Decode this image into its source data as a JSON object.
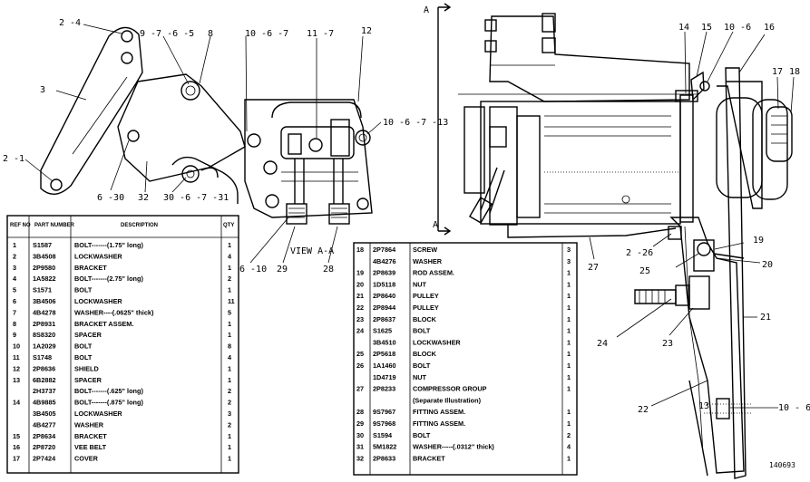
{
  "table_left": {
    "headers": {
      "ref_no": "REF NO",
      "part_number": "PART NUMBER",
      "description": "DESCRIPTION",
      "qty": "QTY"
    },
    "rows": [
      {
        "ref": "1",
        "part": "S1587",
        "desc": "BOLT-------(1.75\" long)",
        "qty": "1"
      },
      {
        "ref": "2",
        "part": "3B4508",
        "desc": "LOCKWASHER",
        "qty": "4"
      },
      {
        "ref": "3",
        "part": "2P9580",
        "desc": "BRACKET",
        "qty": "1"
      },
      {
        "ref": "4",
        "part": "1A5822",
        "desc": "BOLT-------(2.75\" long)",
        "qty": "2"
      },
      {
        "ref": "5",
        "part": "S1571",
        "desc": "BOLT",
        "qty": "1"
      },
      {
        "ref": "6",
        "part": "3B4506",
        "desc": "LOCKWASHER",
        "qty": "11"
      },
      {
        "ref": "7",
        "part": "4B4278",
        "desc": "WASHER----(.0625\" thick)",
        "qty": "5"
      },
      {
        "ref": "8",
        "part": "2P8931",
        "desc": "BRACKET ASSEM.",
        "qty": "1"
      },
      {
        "ref": "9",
        "part": "8S8320",
        "desc": "SPACER",
        "qty": "1"
      },
      {
        "ref": "10",
        "part": "1A2029",
        "desc": "BOLT",
        "qty": "8"
      },
      {
        "ref": "11",
        "part": "S1748",
        "desc": "BOLT",
        "qty": "4"
      },
      {
        "ref": "12",
        "part": "2P8636",
        "desc": "SHIELD",
        "qty": "1"
      },
      {
        "ref": "13",
        "part": "6B2882",
        "desc": "SPACER",
        "qty": "1"
      },
      {
        "ref": "",
        "part": "2H3737",
        "desc": "BOLT-------(.625\" long)",
        "qty": "2"
      },
      {
        "ref": "14",
        "part": "4B9885",
        "desc": "BOLT-------(.875\" long)",
        "qty": "2"
      },
      {
        "ref": "",
        "part": "3B4505",
        "desc": "LOCKWASHER",
        "qty": "3"
      },
      {
        "ref": "",
        "part": "4B4277",
        "desc": "WASHER",
        "qty": "2"
      },
      {
        "ref": "15",
        "part": "2P8634",
        "desc": "BRACKET",
        "qty": "1"
      },
      {
        "ref": "16",
        "part": "2P8720",
        "desc": "VEE BELT",
        "qty": "1"
      },
      {
        "ref": "17",
        "part": "2P7424",
        "desc": "COVER",
        "qty": "1"
      }
    ]
  },
  "table_right": {
    "rows": [
      {
        "ref": "18",
        "part": "2P7864",
        "desc": "SCREW",
        "qty": "3"
      },
      {
        "ref": "",
        "part": "4B4276",
        "desc": "WASHER",
        "qty": "3"
      },
      {
        "ref": "19",
        "part": "2P8639",
        "desc": "ROD ASSEM.",
        "qty": "1"
      },
      {
        "ref": "20",
        "part": "1D5118",
        "desc": "NUT",
        "qty": "1"
      },
      {
        "ref": "21",
        "part": "2P8640",
        "desc": "PULLEY",
        "qty": "1"
      },
      {
        "ref": "22",
        "part": "2P8944",
        "desc": "PULLEY",
        "qty": "1"
      },
      {
        "ref": "23",
        "part": "2P8637",
        "desc": "BLOCK",
        "qty": "1"
      },
      {
        "ref": "24",
        "part": "S1625",
        "desc": "BOLT",
        "qty": "1"
      },
      {
        "ref": "",
        "part": "3B4510",
        "desc": "LOCKWASHER",
        "qty": "1"
      },
      {
        "ref": "25",
        "part": "2P5618",
        "desc": "BLOCK",
        "qty": "1"
      },
      {
        "ref": "26",
        "part": "1A1460",
        "desc": "BOLT",
        "qty": "1"
      },
      {
        "ref": "",
        "part": "1D4719",
        "desc": "NUT",
        "qty": "1"
      },
      {
        "ref": "27",
        "part": "2P8233",
        "desc": "COMPRESSOR GROUP",
        "qty": "1"
      },
      {
        "ref": "",
        "part": "",
        "desc": "(Separate Illustration)",
        "qty": ""
      },
      {
        "ref": "28",
        "part": "9S7967",
        "desc": "FITTING ASSEM.",
        "qty": "1"
      },
      {
        "ref": "29",
        "part": "9S7968",
        "desc": "FITTING ASSEM.",
        "qty": "1"
      },
      {
        "ref": "30",
        "part": "S1594",
        "desc": "BOLT",
        "qty": "2"
      },
      {
        "ref": "31",
        "part": "5M1822",
        "desc": "WASHER-----(.0312\" thick)",
        "qty": "4"
      },
      {
        "ref": "32",
        "part": "2P8633",
        "desc": "BRACKET",
        "qty": "1"
      }
    ]
  },
  "callouts": {
    "c2_4": "2 -4",
    "c9_7_6_5": "9 -7 -6 -5",
    "c8": "8",
    "c10_6_7": "10 -6 -7",
    "c11_7": "11 -7",
    "c12": "12",
    "c3": "3",
    "c10_6_7_13": "10 -6 -7 -13",
    "c2_1": "2 -1",
    "c6_30": "6 -30",
    "c32": "32",
    "c30_6_7_31": "30 -6 -7 -31",
    "view": "VIEW A-A",
    "c6_10": "6 -10",
    "c29": "29",
    "c28": "28",
    "cA_top": "A",
    "cA_bot": "A",
    "c14": "14",
    "c15": "15",
    "c10_6": "10 -6",
    "c16": "16",
    "c17": "17",
    "c18": "18",
    "c27": "27",
    "c2_26": "2 -26",
    "c25": "25",
    "c19": "19",
    "c20": "20",
    "c21": "21",
    "c24": "24",
    "c23": "23",
    "c22": "22",
    "c10_6b": "10 - 6",
    "c13": "13",
    "code": "140693"
  }
}
